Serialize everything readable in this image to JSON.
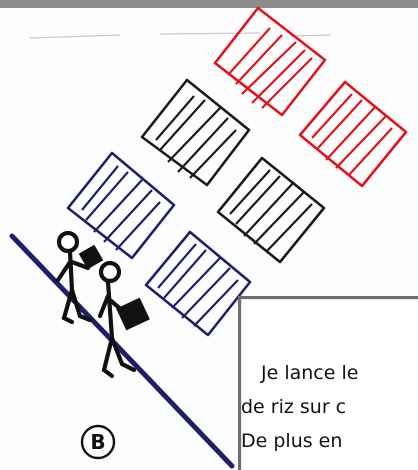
{
  "caption": {
    "line1": "Je lance le",
    "line2": "de riz sur c",
    "line3": "De plus en"
  },
  "figure_label": "B",
  "colors": {
    "red": "#e0141c",
    "black": "#1a1a1a",
    "navy": "#1d1f6b"
  }
}
